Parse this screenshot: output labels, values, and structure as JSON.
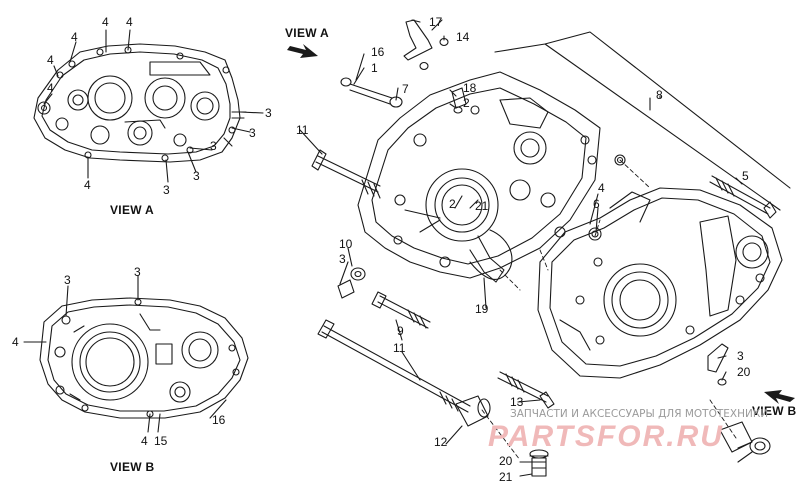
{
  "views": {
    "a": "VIEW A",
    "b": "VIEW B"
  },
  "callouts": [
    {
      "id": "a1",
      "label": "4"
    },
    {
      "id": "a2",
      "label": "4"
    },
    {
      "id": "a3",
      "label": "4"
    },
    {
      "id": "a4",
      "label": "4"
    },
    {
      "id": "a5",
      "label": "4"
    },
    {
      "id": "a6",
      "label": "3"
    },
    {
      "id": "a7",
      "label": "3"
    },
    {
      "id": "a8",
      "label": "3"
    },
    {
      "id": "a9",
      "label": "3"
    },
    {
      "id": "b1",
      "label": "3"
    },
    {
      "id": "b2",
      "label": "4"
    },
    {
      "id": "b3",
      "label": "3"
    },
    {
      "id": "b4",
      "label": "3"
    },
    {
      "id": "b5",
      "label": "4"
    },
    {
      "id": "b6",
      "label": "4"
    },
    {
      "id": "m15",
      "label": "15"
    },
    {
      "id": "m16a",
      "label": "16"
    },
    {
      "id": "m17",
      "label": "17"
    },
    {
      "id": "m14",
      "label": "14"
    },
    {
      "id": "m16b",
      "label": "16"
    },
    {
      "id": "m1",
      "label": "1"
    },
    {
      "id": "m7",
      "label": "7"
    },
    {
      "id": "m8",
      "label": "8"
    },
    {
      "id": "m18",
      "label": "18"
    },
    {
      "id": "m2a",
      "label": "2"
    },
    {
      "id": "m11a",
      "label": "11"
    },
    {
      "id": "m2b",
      "label": "2"
    },
    {
      "id": "m21a",
      "label": "21"
    },
    {
      "id": "m4",
      "label": "4"
    },
    {
      "id": "m6",
      "label": "6"
    },
    {
      "id": "m5",
      "label": "5"
    },
    {
      "id": "m10",
      "label": "10"
    },
    {
      "id": "m3a",
      "label": "3"
    },
    {
      "id": "m19",
      "label": "19"
    },
    {
      "id": "m9",
      "label": "9"
    },
    {
      "id": "m11b",
      "label": "11"
    },
    {
      "id": "m3b",
      "label": "3"
    },
    {
      "id": "m20a",
      "label": "20"
    },
    {
      "id": "m13",
      "label": "13"
    },
    {
      "id": "m12",
      "label": "12"
    },
    {
      "id": "m20b",
      "label": "20"
    },
    {
      "id": "m21b",
      "label": "21"
    }
  ],
  "watermark": {
    "caption": "ЗАПЧАСТИ И АКСЕССУАРЫ ДЛЯ МОТОТЕХНИКИ",
    "logo": "PARTSFOR.RU"
  },
  "colors": {
    "line": "#1a1a1a",
    "watermark_text": "#9a9a9a",
    "watermark_logo": "#f0b9b9"
  }
}
